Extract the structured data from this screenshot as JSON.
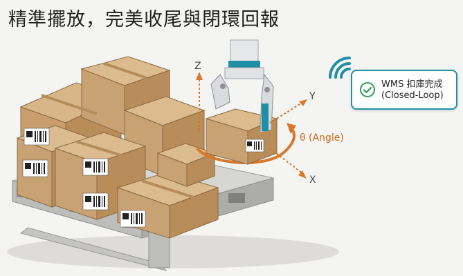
{
  "title": "精準擺放，完美收尾與閉環回報",
  "callout": {
    "line1": "WMS 扣庫完成",
    "line2": "(Closed-Loop)",
    "icon": "check-circle-icon",
    "border_color": "#1f8fa6"
  },
  "signal_icon": "wifi-signal-icon",
  "axes": {
    "z": "Z",
    "y": "Y",
    "x": "X",
    "angle": "θ (Angle)"
  },
  "colors": {
    "box": "#c9a274",
    "box_dark": "#a77f52",
    "pallet": "#c8c8c6",
    "arrow": "#d9772a",
    "accent": "#1f8fa6"
  }
}
